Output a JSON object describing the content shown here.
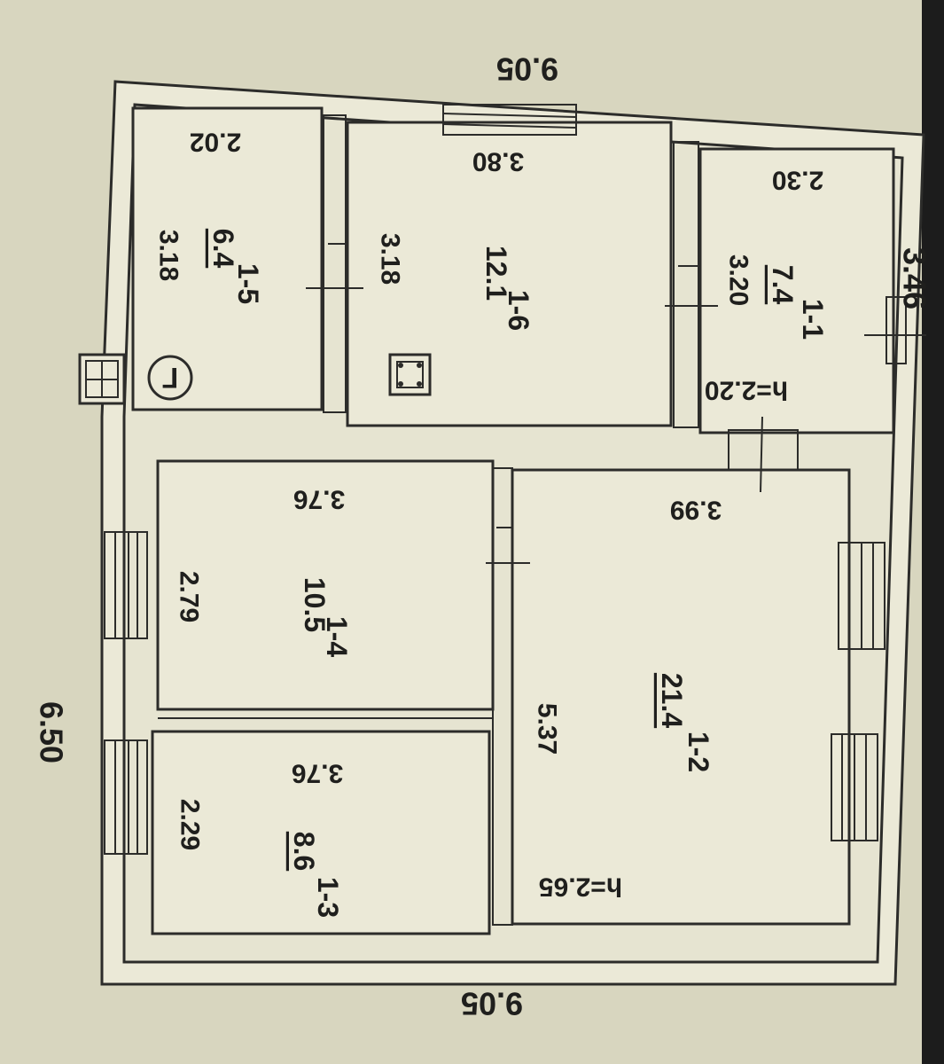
{
  "plan": {
    "outer": {
      "top_width": "9.05",
      "bottom_width": "9.05",
      "left_height": "6.50",
      "right_edge": "3.46"
    },
    "rooms": [
      {
        "id": "1-1",
        "area": "7.4",
        "width": "3.20",
        "length": "2.30",
        "height": "h=2.20"
      },
      {
        "id": "1-2",
        "area": "21.4",
        "width": "5.37",
        "length": "3.99",
        "height": "h=2.65"
      },
      {
        "id": "1-3",
        "area": "8.6",
        "width": "2.29",
        "length": "3.76"
      },
      {
        "id": "1-4",
        "area": "10.5",
        "width": "2.79",
        "length": "3.76"
      },
      {
        "id": "1-5",
        "area": "6.4",
        "width": "3.18",
        "length": "2.02"
      },
      {
        "id": "1-6",
        "area": "12.1",
        "width": "3.18",
        "length": "3.80"
      }
    ],
    "symbols": {
      "gas_mark": "Г"
    }
  }
}
